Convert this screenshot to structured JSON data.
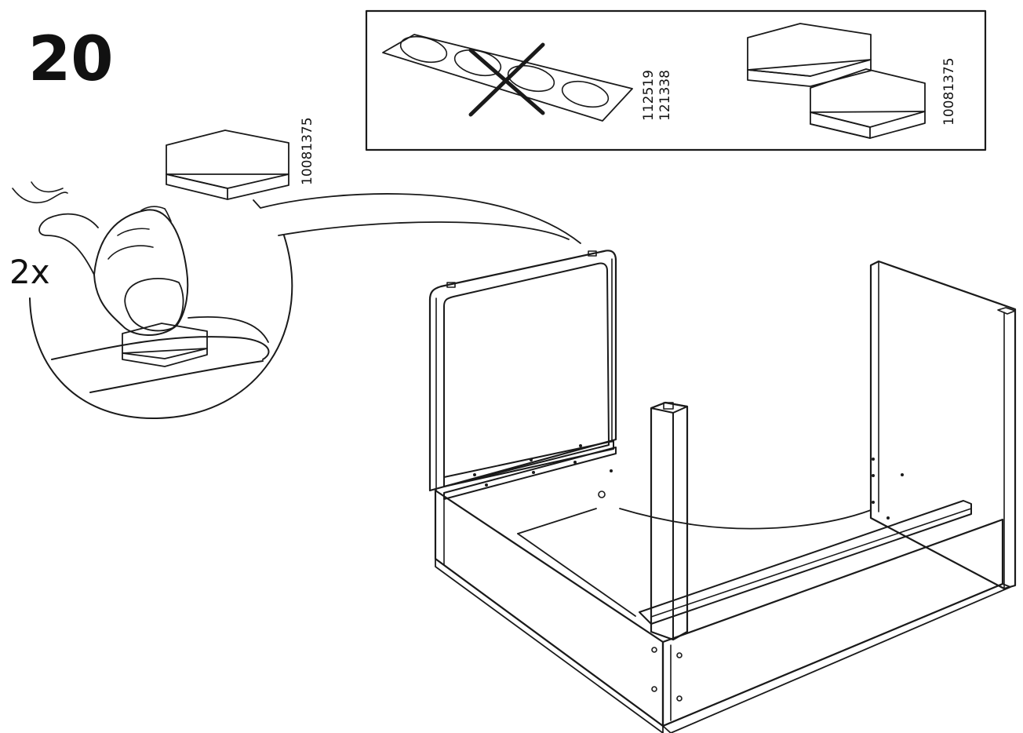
{
  "step": {
    "number": "20",
    "quantity": "2x"
  },
  "part": {
    "article_number": "10081375",
    "icon": "hexagon-felt-pad-icon"
  },
  "notice_box": {
    "rejected_part": {
      "article_numbers": [
        "112519",
        "121338"
      ],
      "icon": "round-felt-pad-strip-icon",
      "marker": "cross-out-icon"
    },
    "accepted_part": {
      "article_number": "10081375",
      "icon": "hexagon-felt-pad-pair-icon"
    }
  },
  "colors": {
    "ink": "#1a1a1a",
    "background": "#ffffff"
  }
}
